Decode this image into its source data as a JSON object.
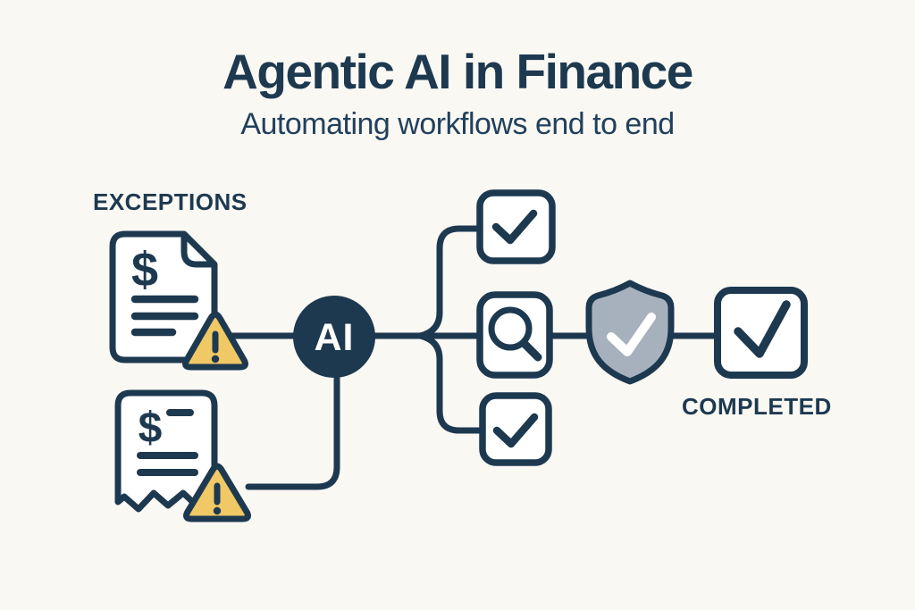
{
  "header": {
    "title": "Agentic AI in Finance",
    "subtitle": "Automating workflows end to end"
  },
  "diagram": {
    "exceptions_label": "EXCEPTIONS",
    "completed_label": "COMPLETED",
    "ai_node_label": "AI",
    "invoice_currency_symbol": "$",
    "receipt_currency_symbol": "$",
    "icons": {
      "invoice": "dollar-document-icon",
      "invoice_alert": "warning-triangle-icon",
      "receipt": "dollar-receipt-icon",
      "receipt_alert": "warning-triangle-icon",
      "ai": "ai-circle-node",
      "branch_top": "check-square-icon",
      "branch_middle": "search-square-icon",
      "branch_bottom": "check-square-icon",
      "guard": "shield-check-icon",
      "completed": "check-square-icon"
    }
  },
  "colors": {
    "background": "#faf8f3",
    "navy": "#1d3950",
    "warning_yellow": "#f0c865",
    "shield_gray": "#a7b1bd",
    "white": "#ffffff"
  }
}
